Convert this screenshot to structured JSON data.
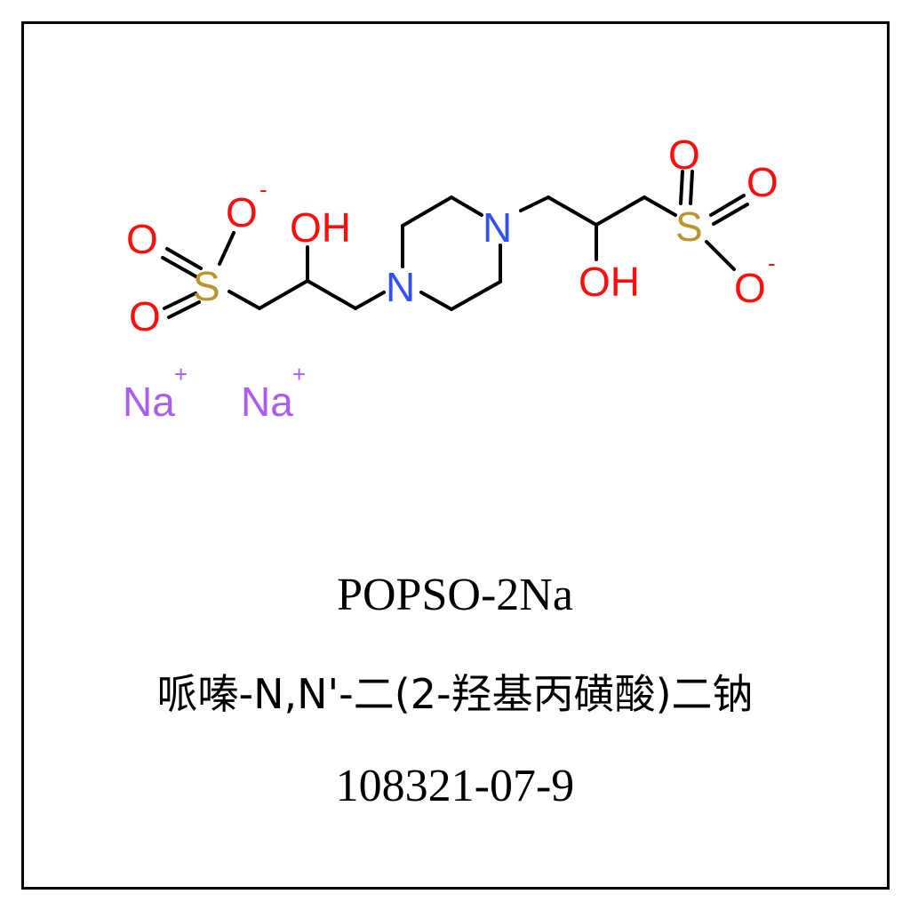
{
  "compound": {
    "abbreviation": "POPSO-2Na",
    "chinese_name": "哌嗪-N,N'-二(2-羟基丙磺酸)二钠",
    "cas_number": "108321-07-9"
  },
  "structure": {
    "atoms": {
      "O_left_top": "O",
      "O_left_bottom": "O",
      "O_left_anion": "O",
      "S_left": "S",
      "OH_left": "OH",
      "N_left": "N",
      "N_right": "N",
      "OH_right": "OH",
      "S_right": "S",
      "O_right_top": "O",
      "O_right_mid": "O",
      "O_right_anion": "O",
      "Na1": "Na",
      "Na2": "Na"
    },
    "charges": {
      "anion": "-",
      "cation": "+"
    },
    "colors": {
      "oxygen": "#ff0d0d",
      "sulfur": "#b8962e",
      "nitrogen": "#3050f8",
      "sodium": "#ab5cf2",
      "bond": "#000000"
    }
  }
}
